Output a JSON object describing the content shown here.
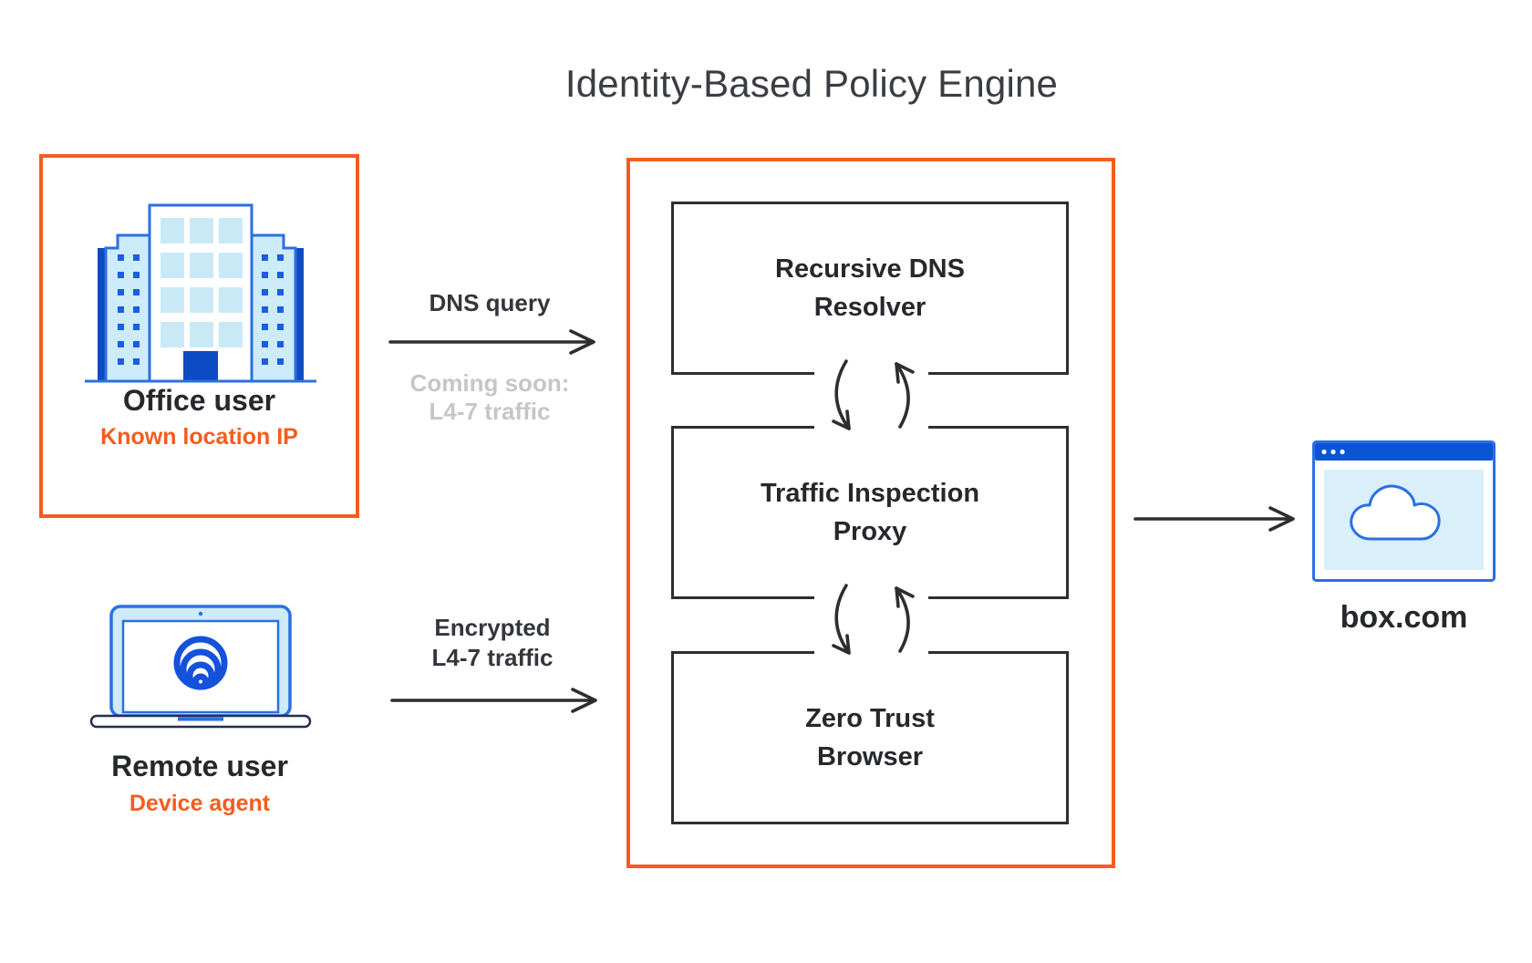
{
  "engine": {
    "title": "Identity-Based Policy Engine",
    "components": [
      {
        "name": "Recursive DNS Resolver",
        "line1": "Recursive DNS",
        "line2": "Resolver"
      },
      {
        "name": "Traffic Inspection Proxy",
        "line1": "Traffic Inspection",
        "line2": "Proxy"
      },
      {
        "name": "Zero Trust Browser",
        "line1": "Zero Trust",
        "line2": "Browser"
      }
    ]
  },
  "sources": {
    "office": {
      "icon": "office-building-icon",
      "label": "Office user",
      "sublabel": "Known location IP"
    },
    "remote": {
      "icon": "laptop-icon",
      "label": "Remote user",
      "sublabel": "Device agent"
    }
  },
  "flows": {
    "dns": {
      "label": "DNS query",
      "note_line1": "Coming soon:",
      "note_line2": "L4-7 traffic"
    },
    "encrypted": {
      "label_line1": "Encrypted",
      "label_line2": "L4-7 traffic"
    }
  },
  "destination": {
    "icon": "browser-window-icon",
    "label": "box.com"
  },
  "colors": {
    "accent_orange": "#F65C1E",
    "brand_blue": "#2B6FE4",
    "dark_blue": "#0D4BC4",
    "logo_blue": "#1452DB",
    "titlebar_blue": "#0B55D4",
    "light_blue_fill": "#D9EFF9",
    "stroke_dark": "#2E2E2E",
    "muted_gray": "#C5C6C9"
  }
}
